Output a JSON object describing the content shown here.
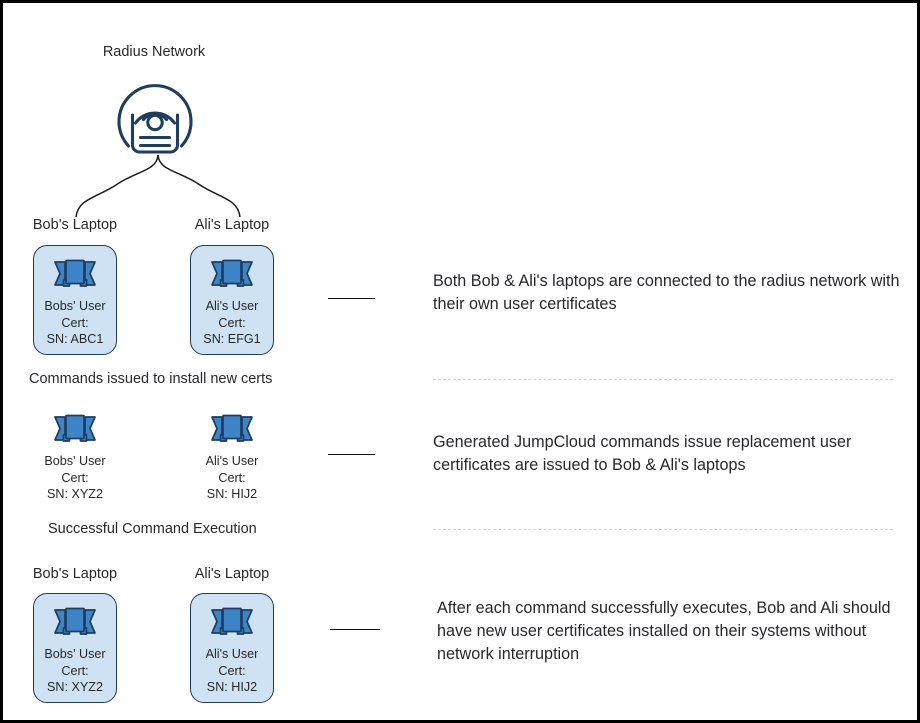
{
  "diagram": {
    "network_title": "Radius Network",
    "router_icon": "wifi-router-icon",
    "stages": [
      {
        "id": "connected",
        "column_headers": [
          "Bob's Laptop",
          "Ali's Laptop"
        ],
        "devices": [
          {
            "icon": "certificate-ribbon-icon",
            "label": "Bobs' User\nCert:\nSN: ABC1",
            "boxed": true
          },
          {
            "icon": "certificate-ribbon-icon",
            "label": "Ali's User\nCert:\nSN: EFG1",
            "boxed": true
          }
        ],
        "description": "Both Bob & Ali's laptops are connected to the radius network with their own user certificates",
        "note_below": "Commands issued to install new certs"
      },
      {
        "id": "commands-issued",
        "column_headers": [
          "",
          ""
        ],
        "devices": [
          {
            "icon": "certificate-ribbon-icon",
            "label": "Bobs' User\nCert:\nSN: XYZ2",
            "boxed": false
          },
          {
            "icon": "certificate-ribbon-icon",
            "label": "Ali's User\nCert:\nSN: HIJ2",
            "boxed": false
          }
        ],
        "description": "Generated JumpCloud commands issue replacement user certificates are issued to Bob & Ali's laptops",
        "note_below": "Successful Command Execution"
      },
      {
        "id": "executed",
        "column_headers": [
          "Bob's Laptop",
          "Ali's Laptop"
        ],
        "devices": [
          {
            "icon": "certificate-ribbon-icon",
            "label": "Bobs' User\nCert:\nSN: XYZ2",
            "boxed": true
          },
          {
            "icon": "certificate-ribbon-icon",
            "label": "Ali's User\nCert:\nSN: HIJ2",
            "boxed": true
          }
        ],
        "description": "After each command successfully executes, Bob and Ali should have new user certificates installed on their systems without network interruption",
        "note_below": ""
      }
    ],
    "colors": {
      "card_fill": "#cfe2f3",
      "card_stroke": "#1f3d5c",
      "icon_navy": "#1f3d5c",
      "ribbon_blue": "#3d85c8",
      "ribbon_stroke": "#1f3d5c",
      "text": "#26282b",
      "divider": "#d4d4d4",
      "frame": "#000000"
    }
  }
}
